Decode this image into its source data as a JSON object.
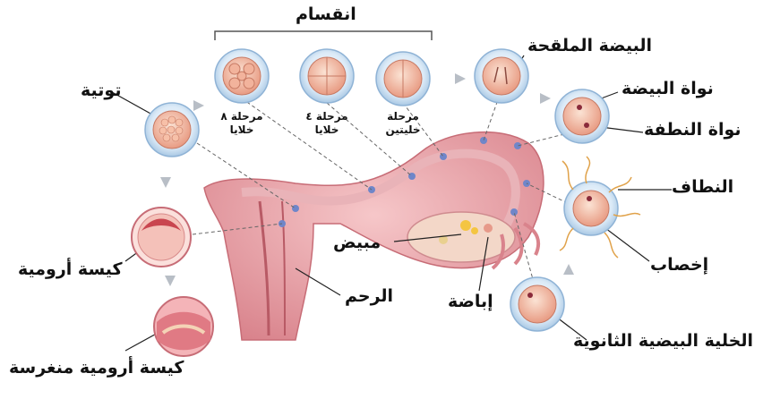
{
  "labels": {
    "division": "انقسام",
    "fertilized_egg": "البيضة الملقحة",
    "egg_nucleus": "نواة البيضة",
    "sperm_nucleus": "نواة النطفة",
    "sperm": "النطاف",
    "fertilization": "إخصاب",
    "secondary_oocyte": "الخلية البيضية الثانوية",
    "ovulation": "إباضة",
    "ovary": "مبيض",
    "uterus": "الرحم",
    "morula": "توتية",
    "blastocyst": "كيسة أرومية",
    "implanted_blastocyst": "كيسة أرومية منغرسة"
  },
  "stages": [
    {
      "line1": "مرحلة",
      "line2": "خليتين"
    },
    {
      "line1": "مرحلة ٤",
      "line2": "خلايا"
    },
    {
      "line1": "مرحلة ٨",
      "line2": "خلايا"
    }
  ],
  "colors": {
    "tissue": "#e8a0a6",
    "tissue_dark": "#c9656f",
    "cell_blue": "#cfe3f3",
    "cell_inner": "#f2b7a6",
    "arrow": "#b8bec6"
  }
}
